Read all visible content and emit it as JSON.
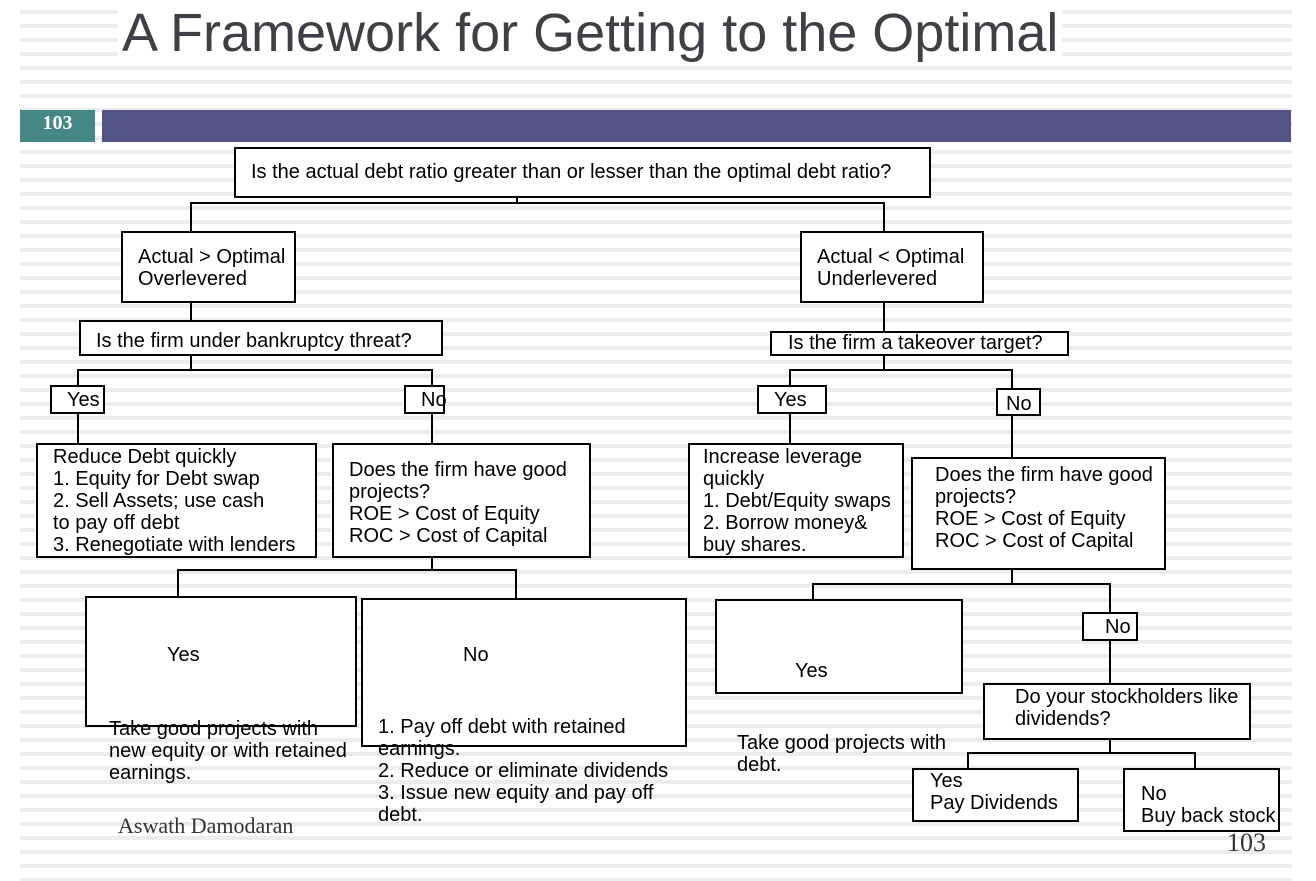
{
  "slide": {
    "title": "A Framework for Getting to the Optimal",
    "slide_number_tab": "103",
    "footer_author": "Aswath Damodaran",
    "page_number": "103",
    "colors": {
      "number_tab": "#458785",
      "header_bar": "#525488",
      "title": "#3f3f46"
    }
  },
  "diagram": {
    "root_question": "Is the actual debt ratio greater than or lesser than the optimal debt ratio?",
    "overlevered": "Actual > Optimal\nOverlevered",
    "underlevered": "Actual < Optimal\nUnderlevered",
    "bankruptcy_question": "Is the firm under bankruptcy threat?",
    "takeover_question": "Is the firm a takeover target?",
    "bankruptcy_yes": "Yes",
    "bankruptcy_no": "No",
    "takeover_yes": "Yes",
    "takeover_no": "No",
    "reduce_debt": "Reduce Debt quickly\n1. Equity for Debt swap\n2. Sell Assets; use cash\nto pay off debt\n3. Renegotiate with lenders",
    "good_projects_over": "Does the firm have good\nprojects?\nROE > Cost of Equity\nROC > Cost of Capital",
    "increase_leverage": "Increase leverage\nquickly\n1. Debt/Equity swaps\n2. Borrow money&\nbuy shares.",
    "good_projects_under": "Does the firm have good\nprojects?\nROE > Cost of Equity\nROC > Cost of Capital",
    "over_yes_heading": "Yes",
    "over_yes_text": "Take good projects with\nnew equity or with retained\nearnings.",
    "over_no_heading": "No",
    "over_no_text": "1. Pay off debt with retained\nearnings.\n2. Reduce or eliminate dividends\n3. Issue new equity and pay off\ndebt.",
    "under_yes_heading": "Yes",
    "under_yes_text": "Take good projects with\ndebt.",
    "under_no": "No",
    "dividends_question": "Do your stockholders like\ndividends?",
    "pay_dividends": "Yes\nPay Dividends",
    "buy_back": "No\nBuy back stock"
  }
}
